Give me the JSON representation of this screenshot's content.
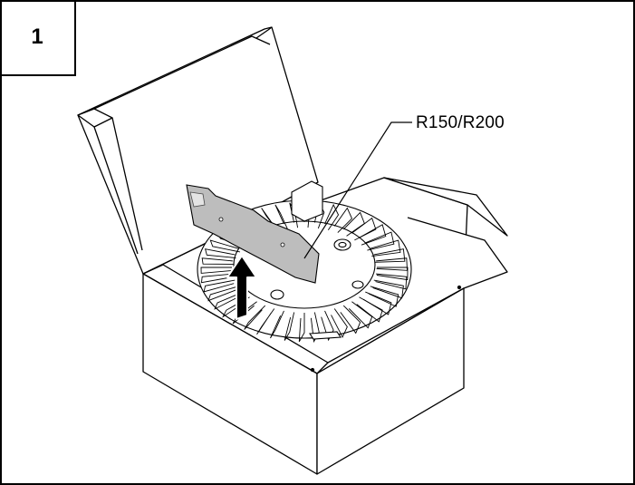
{
  "step": {
    "number": "1"
  },
  "callout": {
    "label": "R150/R200"
  },
  "icons": {
    "arrow": "up-arrow-icon",
    "product": "round-heatsink",
    "packaging": "open-cardboard-box",
    "insert": "protective-foam-card"
  }
}
